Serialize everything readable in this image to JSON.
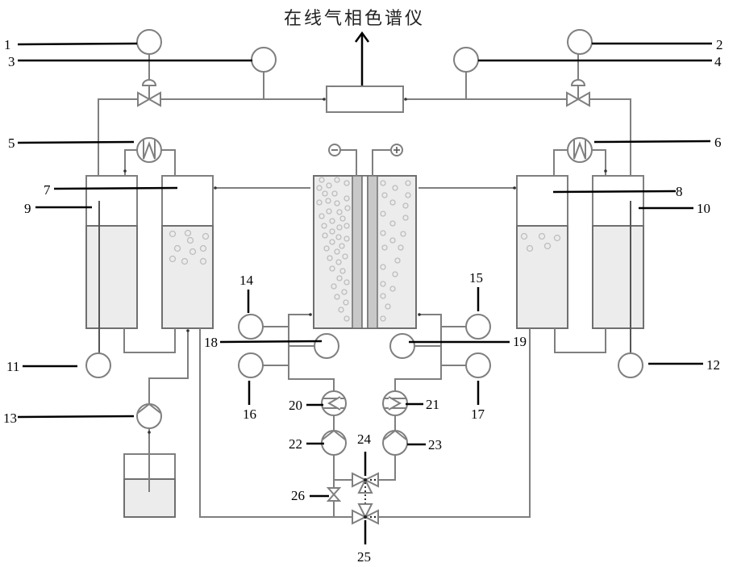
{
  "title": "在线气相色谱仪",
  "electrodes": {
    "negative": "−",
    "positive": "+"
  },
  "labels": {
    "l1": "1",
    "l2": "2",
    "l3": "3",
    "l4": "4",
    "l5": "5",
    "l6": "6",
    "l7": "7",
    "l8": "8",
    "l9": "9",
    "l10": "10",
    "l11": "11",
    "l12": "12",
    "l13": "13",
    "l14": "14",
    "l15": "15",
    "l16": "16",
    "l17": "17",
    "l18": "18",
    "l19": "19",
    "l20": "20",
    "l21": "21",
    "l22": "22",
    "l23": "23",
    "l24": "24",
    "l25": "25",
    "l26": "26"
  },
  "colors": {
    "pipe": "#7f7f7f",
    "liquid": "#ececec",
    "leader": "#000000",
    "membrane": "#c8c8c8"
  }
}
